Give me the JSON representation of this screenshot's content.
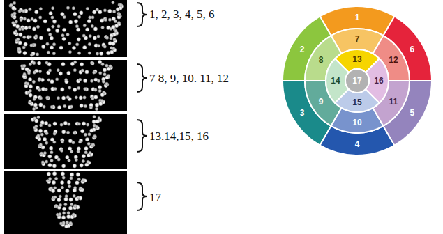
{
  "diagram": {
    "labels": [
      "1, 2, 3, 4, 5, 6",
      "7 8, 9, 10. 11, 12",
      "13.14,15, 16",
      "17",
      "1",
      "2",
      "3",
      "4",
      "5",
      "6",
      "7",
      "8",
      "9",
      "10",
      "11",
      "12",
      "13",
      "14",
      "15",
      "16",
      "17"
    ]
  }
}
